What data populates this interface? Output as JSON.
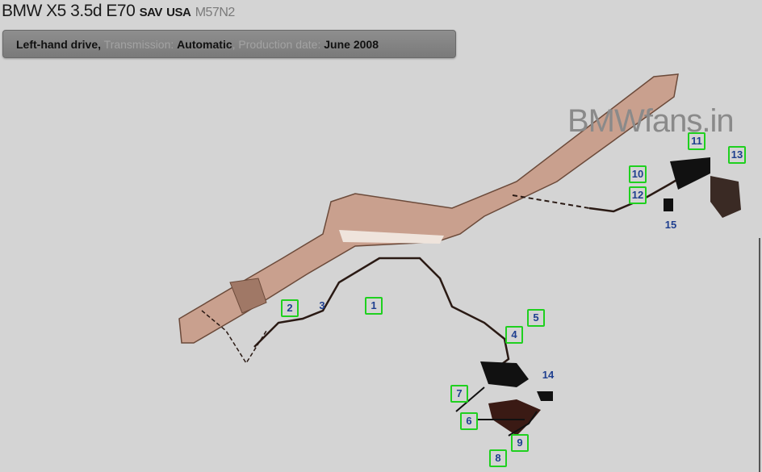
{
  "header": {
    "model": "BMW X5 3.5d E70",
    "body_type": "SAV",
    "market": "USA",
    "engine": "M57N2"
  },
  "info_bar": {
    "drive": "Left-hand drive,",
    "transmission_label": "Transmission:",
    "transmission_value": "Automatic",
    "production_label": ", Production date:",
    "production_value": "June 2008"
  },
  "watermark": "BMWfans.in",
  "callouts": [
    "1",
    "2",
    "3",
    "4",
    "5",
    "6",
    "7",
    "8",
    "9",
    "10",
    "11",
    "12",
    "13",
    "14",
    "15"
  ],
  "colors": {
    "callout_border": "#1fd01f",
    "callout_text": "#1f3f8f",
    "exhaust": "#c9a08e"
  }
}
